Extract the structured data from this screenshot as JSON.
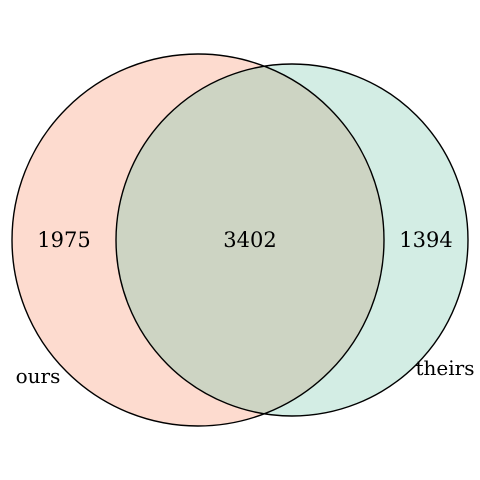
{
  "diagram": {
    "type": "venn2",
    "sets": [
      {
        "label": "ours",
        "color": "#fddbcf"
      },
      {
        "label": "theirs",
        "color": "#d3ede4"
      }
    ],
    "overlap_color": "#cdd4c3",
    "outline_color": "#000000",
    "regions": {
      "ours_only": "1975",
      "both": "3402",
      "theirs_only": "1394"
    }
  }
}
